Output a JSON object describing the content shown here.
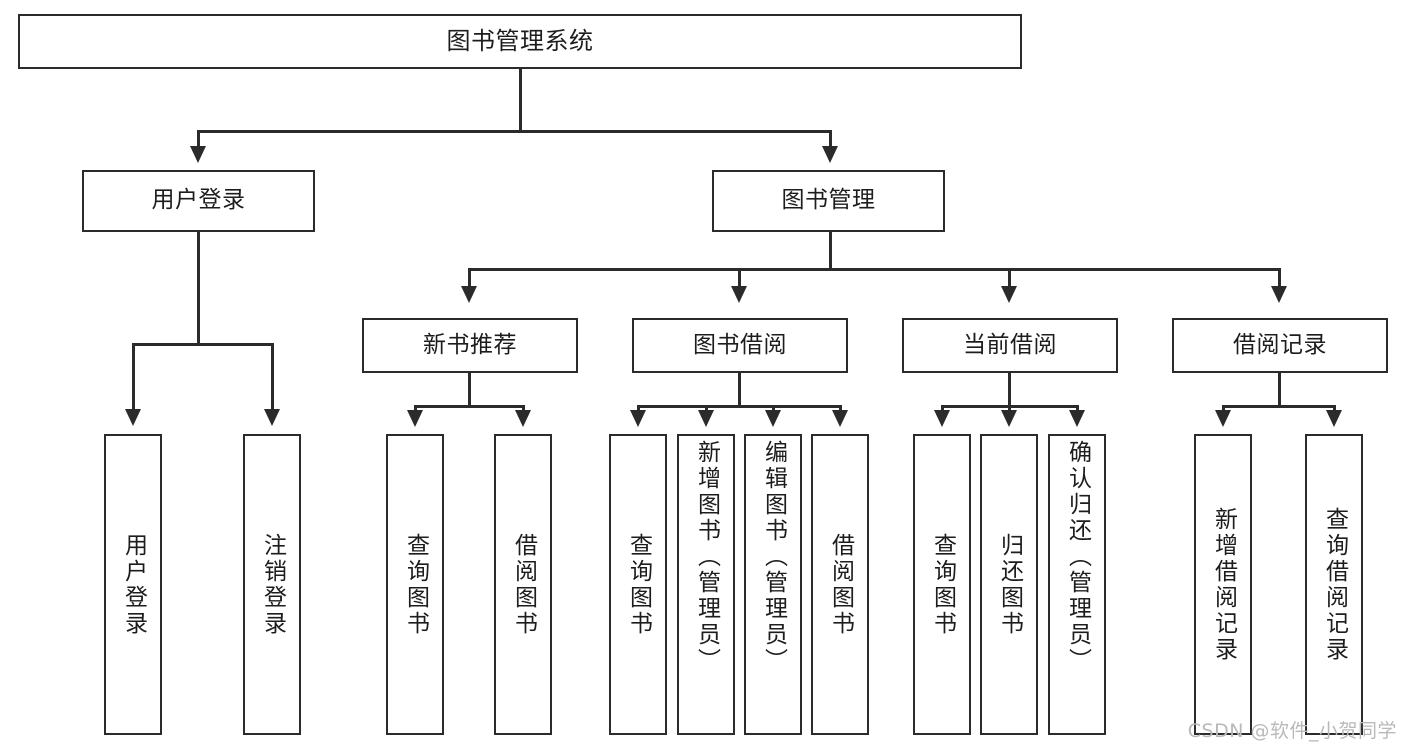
{
  "diagram": {
    "title": "图书管理系统",
    "watermark": "CSDN @软件_小贺同学",
    "line_color": "#2b2b2b",
    "box_fill": "#ffffff",
    "text_color": "#1d1d1d",
    "watermark_color": "#b9b9b9",
    "levels": {
      "root": {
        "label": "图书管理系统"
      },
      "level2": [
        {
          "label": "用户登录"
        },
        {
          "label": "图书管理"
        }
      ],
      "level3": [
        {
          "label": "新书推荐"
        },
        {
          "label": "图书借阅"
        },
        {
          "label": "当前借阅"
        },
        {
          "label": "借阅记录"
        }
      ],
      "leaves": [
        {
          "label": "用户登录",
          "parent": "用户登录"
        },
        {
          "label": "注销登录",
          "parent": "用户登录"
        },
        {
          "label": "查询图书",
          "parent": "新书推荐"
        },
        {
          "label": "借阅图书",
          "parent": "新书推荐"
        },
        {
          "label": "查询图书",
          "parent": "图书借阅"
        },
        {
          "label": "新增图书（管理员）",
          "parent": "图书借阅"
        },
        {
          "label": "编辑图书（管理员）",
          "parent": "图书借阅"
        },
        {
          "label": "借阅图书",
          "parent": "图书借阅"
        },
        {
          "label": "查询图书",
          "parent": "当前借阅"
        },
        {
          "label": "归还图书",
          "parent": "当前借阅"
        },
        {
          "label": "确认归还（管理员）",
          "parent": "当前借阅"
        },
        {
          "label": "新增借阅记录",
          "parent": "借阅记录"
        },
        {
          "label": "查询借阅记录",
          "parent": "借阅记录"
        }
      ]
    }
  }
}
